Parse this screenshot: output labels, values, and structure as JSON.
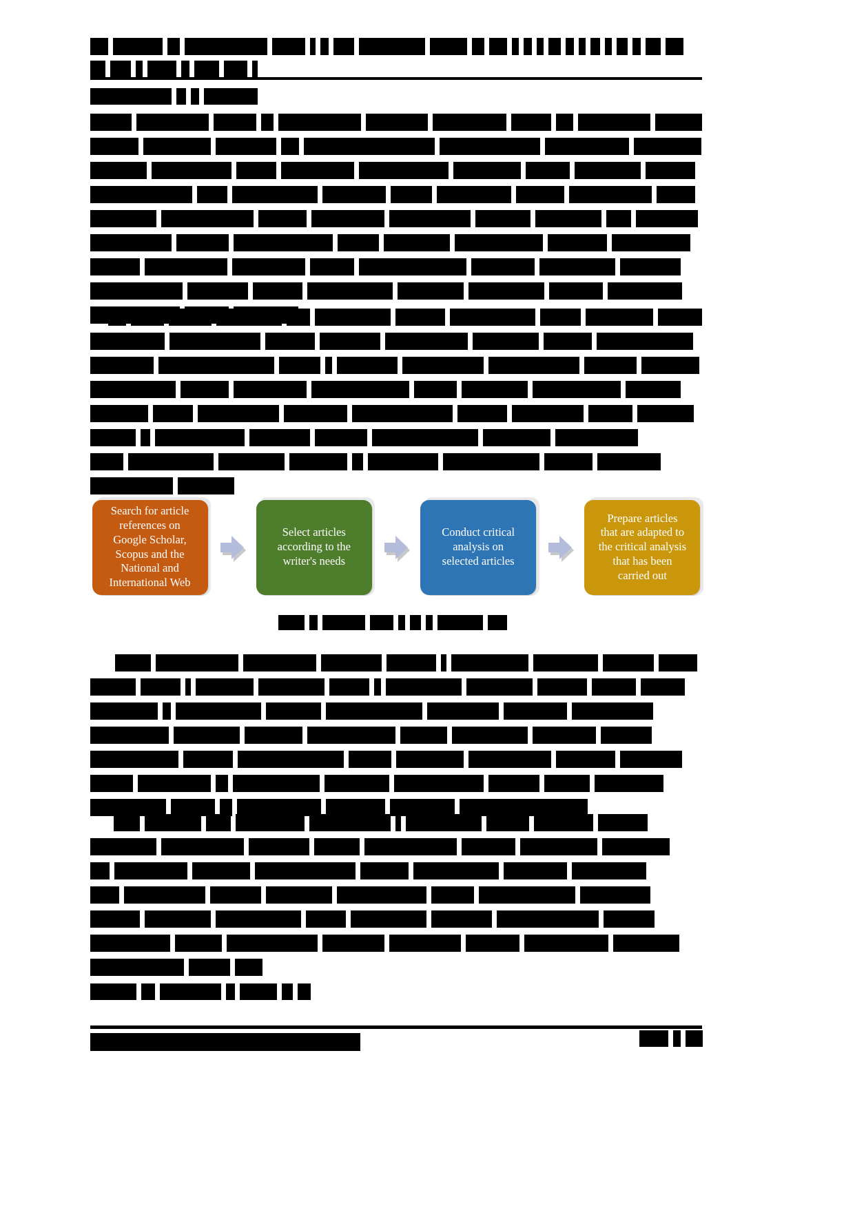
{
  "document": {
    "type": "academic-paper-page",
    "redacted": true,
    "page_background": "#ffffff",
    "text_color": "#000000",
    "redaction_color": "#000000"
  },
  "header": {
    "title_redacted": true,
    "subtitle_redacted": true,
    "rule_color": "#000000"
  },
  "sections": {
    "section_1_heading_redacted": true,
    "section_2_heading_redacted": true,
    "section_3_heading_redacted": true,
    "section_4_heading_redacted": true
  },
  "figure": {
    "caption_redacted": true,
    "type": "process-flow-diagram",
    "step_count": 4,
    "connector": "chevron-arrow",
    "connector_color": "#b4bcdc",
    "connector_shadow_color": "#c8c8c8",
    "shadow_color": "#e9e9e9",
    "steps": [
      {
        "index": 1,
        "label": "Search for article\nreferences on\nGoogle Scholar,\nScopus and the\nNational and\nInternational Web",
        "color": "#c55a11",
        "text_color": "#ffffff",
        "name": "step-search-references"
      },
      {
        "index": 2,
        "label": "Select articles\naccording to the\nwriter's needs",
        "color": "#4e7d2c",
        "text_color": "#ffffff",
        "name": "step-select-articles"
      },
      {
        "index": 3,
        "label": "Conduct critical\nanalysis on\nselected articles",
        "color": "#2e75b6",
        "text_color": "#ffffff",
        "name": "step-conduct-analysis"
      },
      {
        "index": 4,
        "label": "Prepare articles\nthat are adapted to\nthe critical analysis\nthat has been\ncarried out",
        "color": "#c9960c",
        "text_color": "#ffffff",
        "name": "step-prepare-articles"
      }
    ]
  },
  "footer": {
    "left_redacted": true,
    "page_number_redacted": true,
    "rule_color": "#000000"
  }
}
